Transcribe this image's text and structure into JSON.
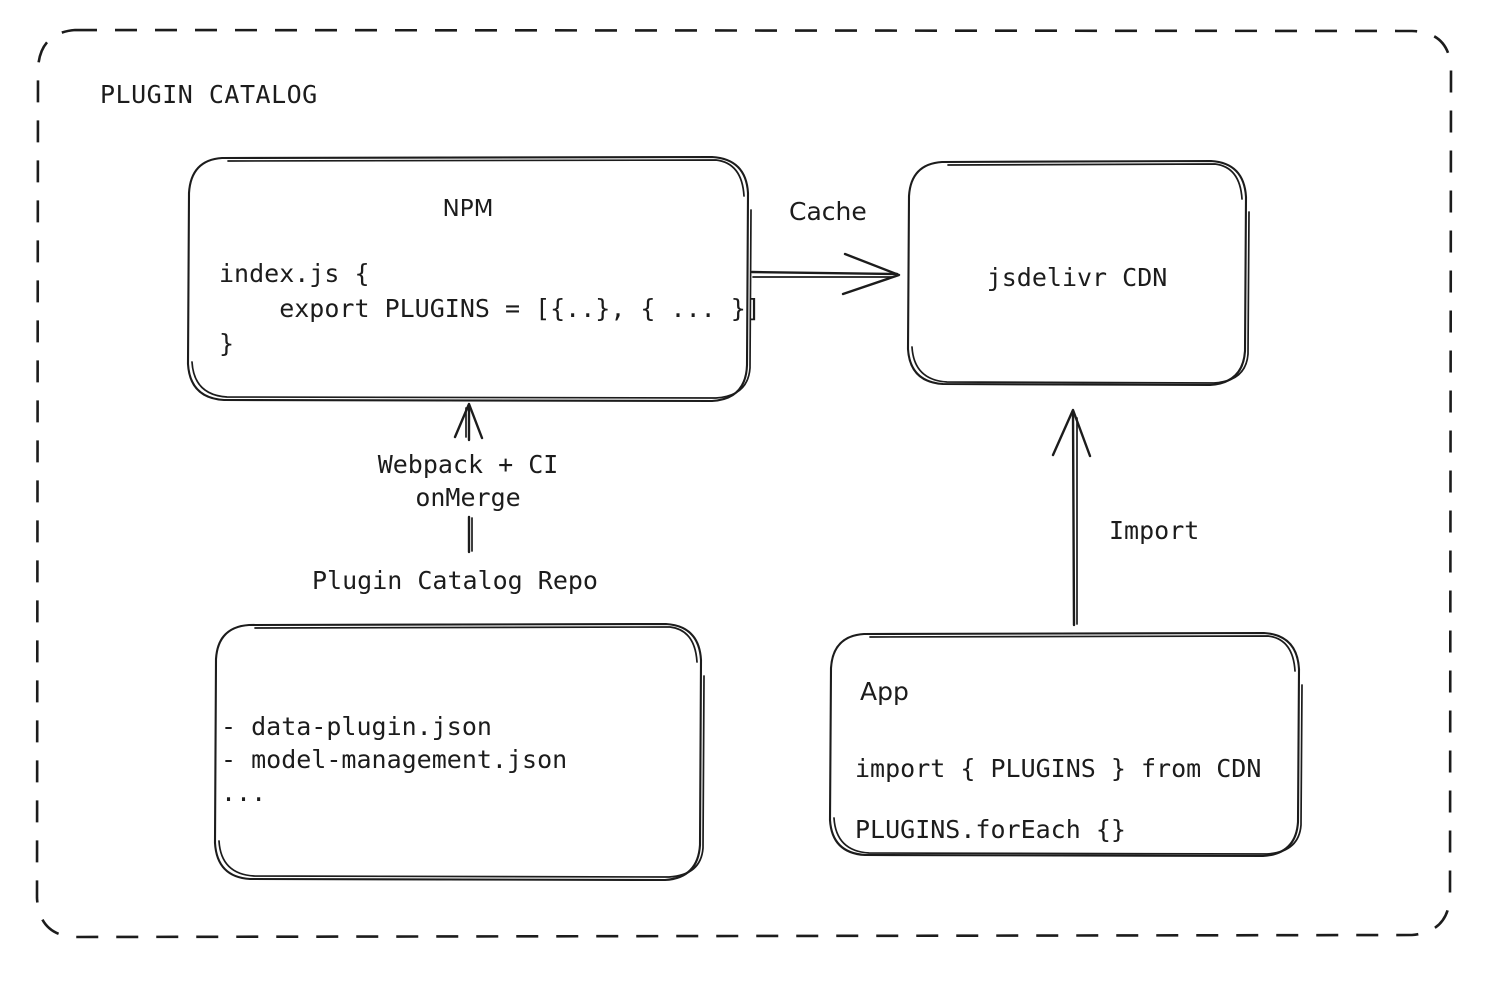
{
  "diagram": {
    "title": "PLUGIN CATALOG",
    "container": {
      "border_style": "dashed",
      "stroke_color": "#1c1c1c"
    },
    "background": "#ffffff"
  },
  "nodes": {
    "npm": {
      "title": "NPM",
      "code_lines": [
        "index.js {",
        "    export PLUGINS = [{..}, { ... }]",
        "}"
      ],
      "code_block": "index.js {\n    export PLUGINS = [{..}, { ... }]\n}"
    },
    "cdn": {
      "title": "jsdelivr CDN"
    },
    "repo": {
      "caption": "Plugin Catalog Repo",
      "file_lines": [
        "- data-plugin.json",
        "- model-management.json",
        "..."
      ],
      "file_block": "- data-plugin.json\n- model-management.json\n..."
    },
    "app": {
      "title": "App",
      "code_lines": [
        "import { PLUGINS } from CDN",
        "PLUGINS.forEach {}"
      ],
      "code_block": "import { PLUGINS } from CDN\nPLUGINS.forEach {}"
    }
  },
  "edges": {
    "cache": {
      "label": "Cache",
      "from": "npm",
      "to": "cdn",
      "direction": "right"
    },
    "build": {
      "label": "Webpack + CI\nonMerge",
      "label_line_1": "Webpack + CI",
      "label_line_2": "onMerge",
      "from": "repo",
      "to": "npm",
      "direction": "up"
    },
    "import": {
      "label": "Import",
      "from": "app",
      "to": "cdn",
      "direction": "up"
    }
  }
}
